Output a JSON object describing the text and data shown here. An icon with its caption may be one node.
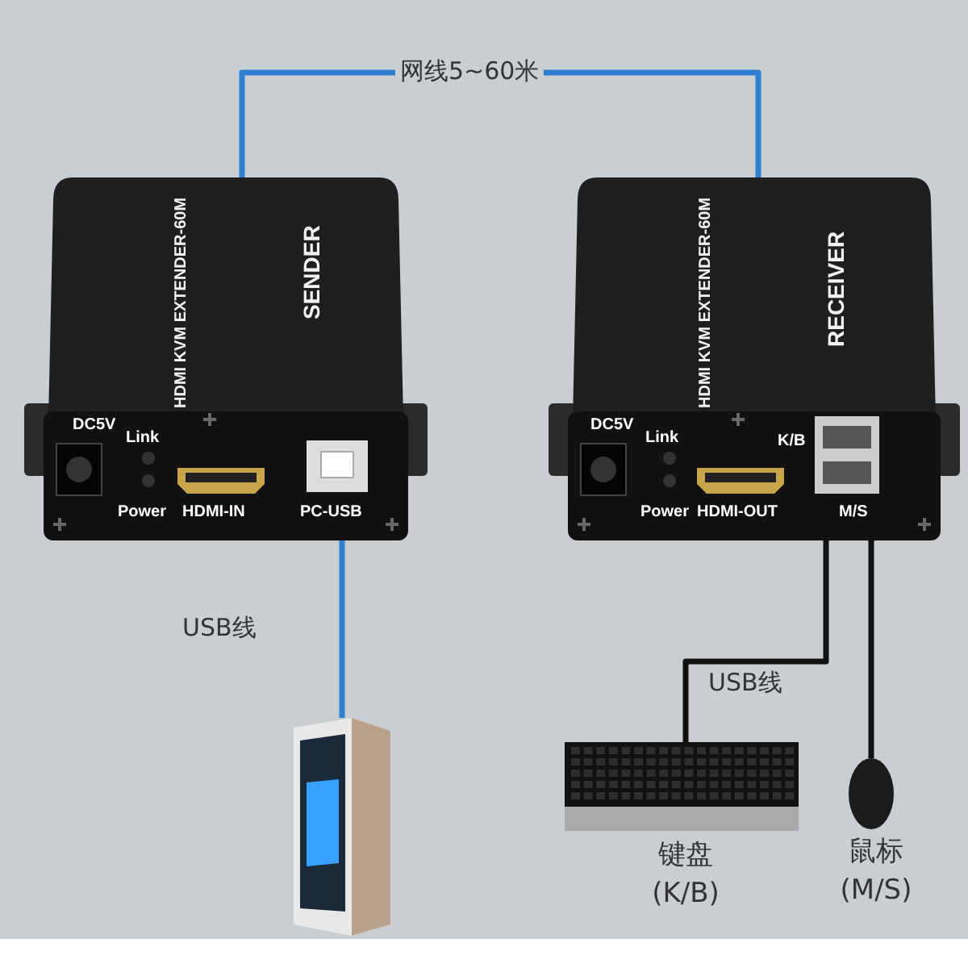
{
  "diagram": {
    "nodes": [
      {
        "text": [
          "HDMI KVM EXTENDER-60M",
          "SENDER"
        ]
      },
      {
        "text": [
          "HDMI KVM EXTENDER-60M",
          "RECEIVER"
        ]
      },
      {
        "text": [],
        "shape": "picture"
      },
      {
        "text": [
          "键盘",
          "(K/B)"
        ]
      },
      {
        "text": [
          "鼠标",
          "(M/S)"
        ]
      }
    ],
    "edges": [
      {
        "from": 0,
        "to": 1,
        "arrow": "none",
        "label": "网线5~60米",
        "color": "#2f7fd0"
      },
      {
        "from": 0,
        "to": 2,
        "arrow": "none",
        "label": "USB线",
        "color": "#2f7fd0"
      },
      {
        "from": 1,
        "to": 3,
        "arrow": "none",
        "label": "USB线",
        "color": "#111111"
      },
      {
        "from": 1,
        "to": 4,
        "arrow": "none",
        "color": "#111111"
      }
    ],
    "labels": [
      "DC5V",
      "Link",
      "Power",
      "HDMI-IN",
      "PC-USB",
      "DC5V",
      "Link",
      "K/B",
      "Power",
      "HDMI-OUT",
      "M/S"
    ]
  }
}
